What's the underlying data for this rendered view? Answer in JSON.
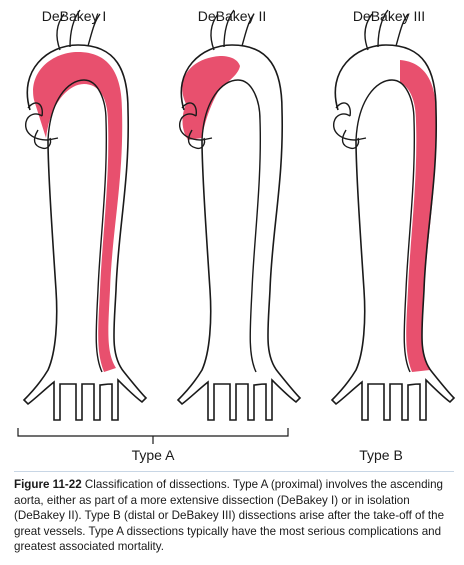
{
  "columns": [
    {
      "title": "DeBakey I"
    },
    {
      "title": "DeBakey II"
    },
    {
      "title": "DeBakey III"
    }
  ],
  "groups": {
    "type_a": "Type A",
    "type_b": "Type B"
  },
  "caption": {
    "figure_label": "Figure 11-22",
    "text": "Classification of dissections. Type A (proximal) involves the ascending aorta, either as part of a more extensive dissection (DeBakey I) or in isolation (DeBakey II). Type B (distal or DeBakey III) dissections arise after the take-off of the great vessels. Type A dissections typically have the most serious complications and greatest associated mortality."
  },
  "colors": {
    "dissection": "#e8506e",
    "outline": "#1a1a1a"
  }
}
